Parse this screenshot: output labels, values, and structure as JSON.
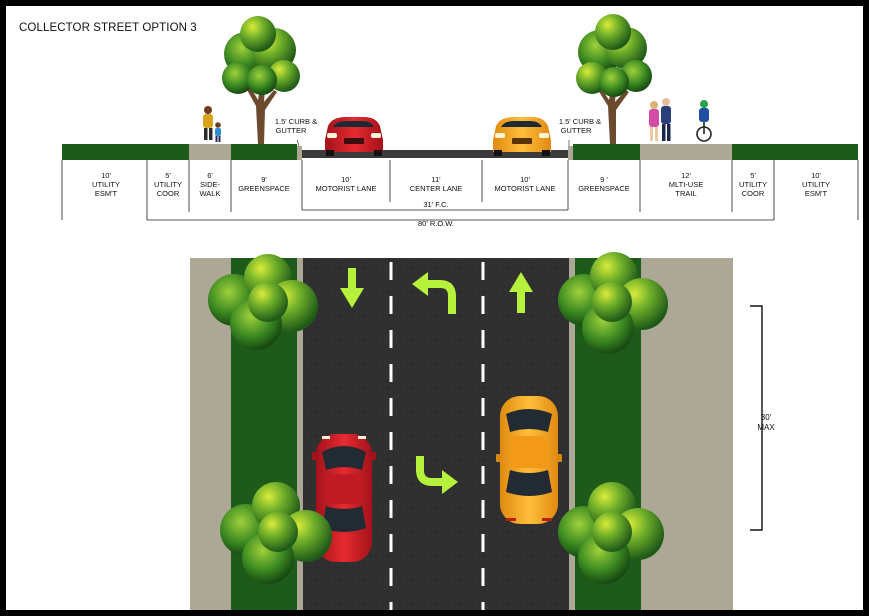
{
  "title": "COLLECTOR STREET OPTION 3",
  "colors": {
    "grass": "#1e5a1a",
    "sidewalk": "#ada796",
    "asphalt": "#2e2e2e",
    "arrow": "#b6f13c",
    "car_red": "#d8202a",
    "car_orange": "#f6a11f"
  },
  "section": {
    "curb_left_label": [
      "1.5' CURB &",
      "GUTTER"
    ],
    "curb_right_label": [
      "1.5' CURB &",
      "GUTTER"
    ],
    "segments": [
      {
        "lines": [
          "10'",
          "UTILITY",
          "ESM'T"
        ]
      },
      {
        "lines": [
          "5'",
          "UTILITY",
          "COOR"
        ]
      },
      {
        "lines": [
          "6'",
          "SIDE-",
          "WALK"
        ]
      },
      {
        "lines": [
          "9'",
          "GREENSPACE"
        ]
      },
      {
        "lines": [
          "10'",
          "MOTORIST LANE"
        ]
      },
      {
        "lines": [
          "11'",
          "CENTER LANE"
        ]
      },
      {
        "lines": [
          "10'",
          "MOTORIST LANE"
        ]
      },
      {
        "lines": [
          "9 '",
          "GREENSPACE"
        ]
      },
      {
        "lines": [
          "12'",
          "MLTI-USE",
          "TRAIL"
        ]
      },
      {
        "lines": [
          "5'",
          "UTILITY",
          "COOR"
        ]
      },
      {
        "lines": [
          "10'",
          "UTILITY",
          "ESM'T"
        ]
      }
    ],
    "fc_label": "31' F.C.",
    "row_label": "80' R.O.W."
  },
  "plan": {
    "max_label": [
      "30'",
      "MAX"
    ],
    "lane_arrows": [
      "down-arrow",
      "left-turn-arrow",
      "up-arrow",
      "right-turn-arrow"
    ]
  }
}
